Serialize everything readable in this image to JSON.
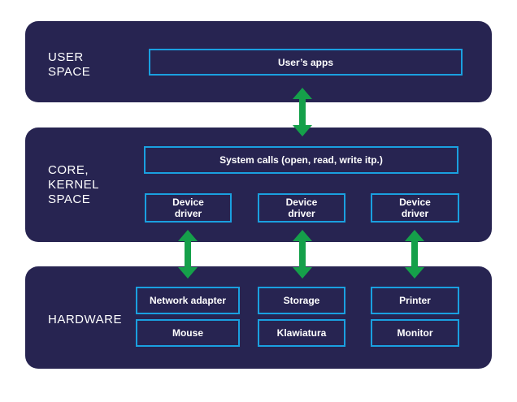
{
  "colors": {
    "layer_bg": "#272451",
    "box_border": "#1aa0e0",
    "arrow": "#15a04a",
    "text": "#ffffff"
  },
  "user_space": {
    "label": "USER\nSPACE",
    "apps": "User’s apps"
  },
  "kernel_space": {
    "label": "CORE,\nKERNEL\nSPACE",
    "syscalls": "System calls (open, read, write itp.)",
    "drivers": [
      "Device\ndriver",
      "Device\ndriver",
      "Device\ndriver"
    ]
  },
  "hardware": {
    "label": "HARDWARE",
    "devices": [
      "Network adapter",
      "Storage",
      "Printer",
      "Mouse",
      "Klawiatura",
      "Monitor"
    ]
  }
}
